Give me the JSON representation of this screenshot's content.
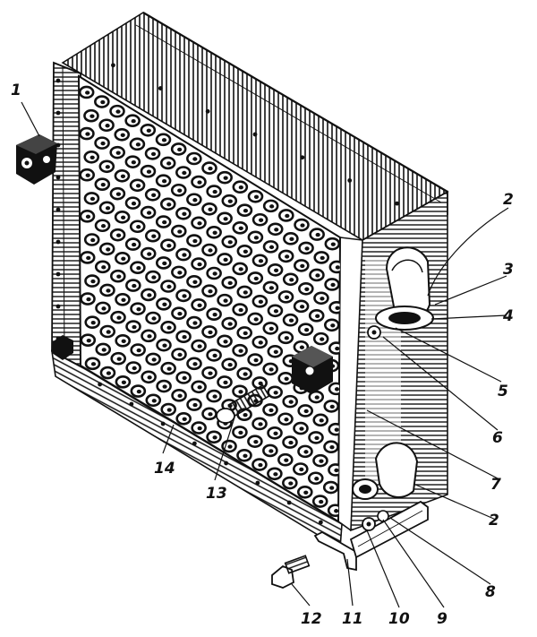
{
  "figure": {
    "ink_color": "#111111",
    "paper_color": "#ffffff"
  },
  "callouts": [
    {
      "id": "c1",
      "text": "1"
    },
    {
      "id": "c2a",
      "text": "2"
    },
    {
      "id": "c3",
      "text": "3"
    },
    {
      "id": "c4",
      "text": "4"
    },
    {
      "id": "c5",
      "text": "5"
    },
    {
      "id": "c6",
      "text": "6"
    },
    {
      "id": "c7",
      "text": "7"
    },
    {
      "id": "c2b",
      "text": "2"
    },
    {
      "id": "c8",
      "text": "8"
    },
    {
      "id": "c9",
      "text": "9"
    },
    {
      "id": "c10",
      "text": "10"
    },
    {
      "id": "c11",
      "text": "11"
    },
    {
      "id": "c12",
      "text": "12"
    },
    {
      "id": "c13",
      "text": "13"
    },
    {
      "id": "c14",
      "text": "14"
    }
  ]
}
